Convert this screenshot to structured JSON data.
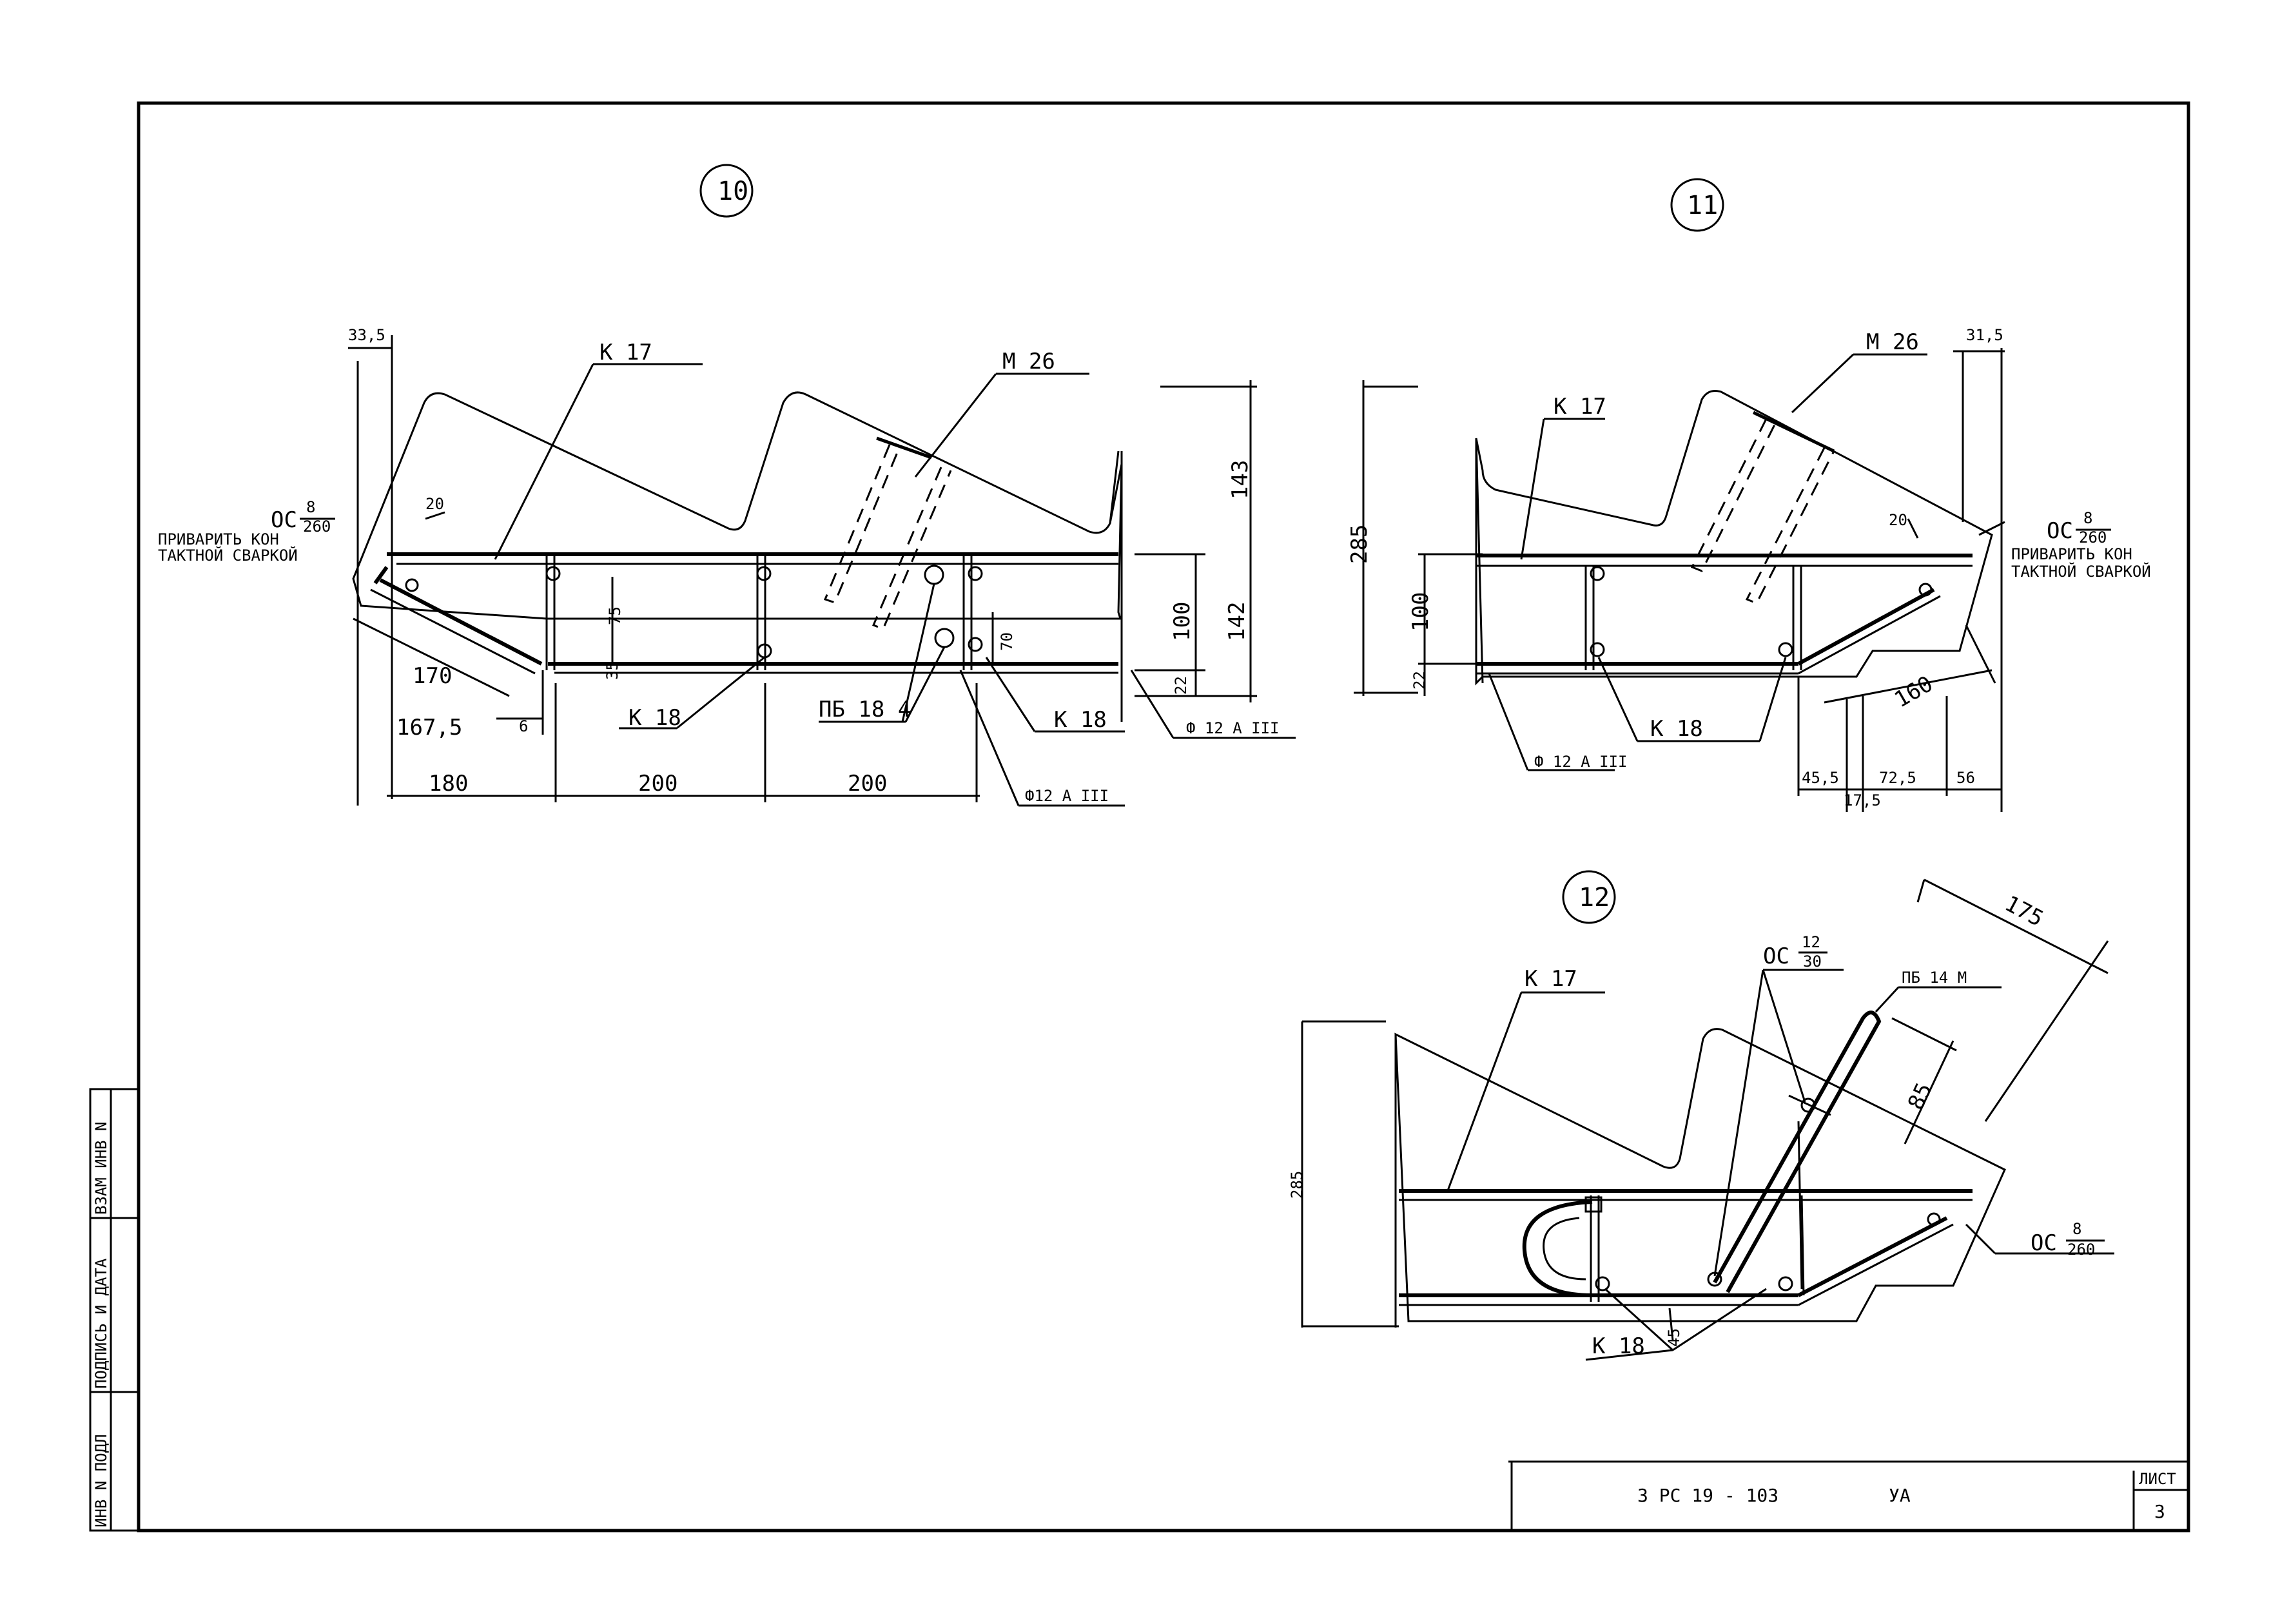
{
  "views": {
    "v10": {
      "number": "10",
      "callouts": {
        "k17": "K 17",
        "m26": "M 26",
        "k18_left": "K 18",
        "k18_right": "K 18",
        "pb18": "ПБ 18 4",
        "rebar_right": "Ф 12 А III",
        "rebar_bottom": "Ф12 А III",
        "oc_top": "ОС",
        "oc_num": "8",
        "oc_den": "260",
        "weld_line1": "ПРИВАРИТЬ КОН",
        "weld_line2": "ТАКТНОЙ СВАРКОЙ"
      },
      "dims": {
        "d33_5": "33,5",
        "d20": "20",
        "d170": "170",
        "d167_5": "167,5",
        "d6": "6",
        "d180": "180",
        "d200a": "200",
        "d200b": "200",
        "d75": "75",
        "d35": "35",
        "d70": "70",
        "d143": "143",
        "d142": "142",
        "d100": "100",
        "d22": "22"
      }
    },
    "v11": {
      "number": "11",
      "callouts": {
        "k17": "K 17",
        "m26": "M 26",
        "k18": "K 18",
        "rebar": "Ф 12 А III",
        "oc_top": "ОС",
        "oc_num": "8",
        "oc_den": "260",
        "weld_line1": "ПРИВАРИТЬ КОН",
        "weld_line2": "ТАКТНОЙ СВАРКОЙ"
      },
      "dims": {
        "d31_5": "31,5",
        "d285": "285",
        "d100": "100",
        "d22": "22",
        "d20": "20",
        "d160": "160",
        "d45_5": "45,5",
        "d17_5": "17,5",
        "d72_5": "72,5",
        "d56": "56"
      }
    },
    "v12": {
      "number": "12",
      "callouts": {
        "k17": "K 17",
        "k18": "K 18",
        "oc12_top": "ОС",
        "oc12_num": "12",
        "oc12_den": "30",
        "pb14m": "ПБ 14 М",
        "oc8_top": "ОС",
        "oc8_num": "8",
        "oc8_den": "260"
      },
      "dims": {
        "d175": "175",
        "d85": "85",
        "d285": "285",
        "d45": "45"
      }
    }
  },
  "side_stamp": {
    "col1": "ИНВ N ПОДЛ",
    "col2": "ПОДПИСЬ И ДАТА",
    "col3": "ВЗАМ ИНВ N"
  },
  "title_block": {
    "code": "3 РС 19 - 103",
    "mark": "УА",
    "sheet_label": "ЛИСТ",
    "sheet_number": "3"
  }
}
